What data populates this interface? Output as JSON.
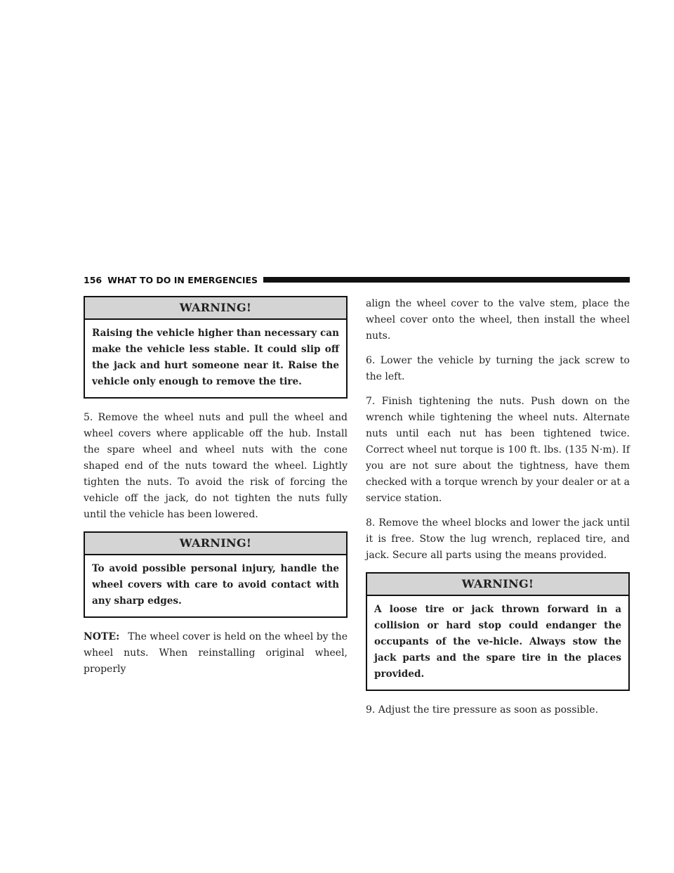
{
  "header": {
    "page_number": "156",
    "section_title": "WHAT TO DO IN EMERGENCIES"
  },
  "left_column": {
    "warning1": {
      "title": "WARNING!",
      "text": "Raising the vehicle higher than necessary can make the vehicle less stable. It could slip off the jack and hurt someone near it. Raise the vehicle only enough to remove the tire."
    },
    "step5": "5. Remove the wheel nuts and pull the wheel and wheel covers where applicable off the hub. Install the spare wheel and wheel nuts with the cone shaped end of the nuts toward the wheel. Lightly tighten the nuts. To avoid the risk of forcing the vehicle off the jack, do not tighten the nuts fully until the vehicle has been lowered.",
    "warning2": {
      "title": "WARNING!",
      "text": "To avoid possible personal injury, handle the wheel covers with care to avoid contact with any sharp edges."
    },
    "note_label": "NOTE:",
    "note_text": "The wheel cover is held on the wheel by the wheel nuts. When reinstalling original wheel, properly"
  },
  "right_column": {
    "continuation": "align the wheel cover to the valve stem, place the wheel cover onto the wheel, then install the wheel nuts.",
    "step6": "6. Lower the vehicle by turning the jack screw to the left.",
    "step7": "7. Finish tightening the nuts. Push down on the wrench while tightening the wheel nuts. Alternate nuts until each nut has been tightened twice. Correct wheel nut torque is 100 ft. lbs. (135 N·m). If you are not sure about the tightness, have them checked with a torque wrench by your dealer or at a service station.",
    "step8": "8. Remove the wheel blocks and lower the jack until it is free. Stow the lug wrench, replaced tire, and jack. Secure all parts using the means provided.",
    "warning3": {
      "title": "WARNING!",
      "text": "A loose tire or jack thrown forward in a collision or hard stop could endanger the occupants of the ve-hicle. Always stow the jack parts and the spare tire in the places provided."
    },
    "step9": "9. Adjust the tire pressure as soon as possible."
  }
}
